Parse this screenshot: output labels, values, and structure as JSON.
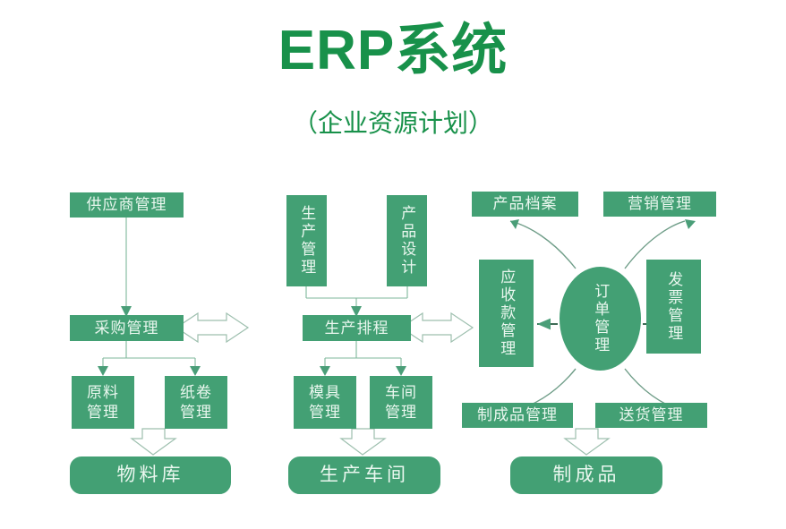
{
  "header": {
    "title": "ERP系统",
    "subtitle": "（企业资源计划）",
    "title_color": "#18914a"
  },
  "theme": {
    "node_fill": "#43a074",
    "node_text": "#eaf7ef",
    "connector": "#7fb79b",
    "arrow_fill": "#4a9e78",
    "background": "#ffffff"
  },
  "diagram": {
    "type": "flowchart",
    "columns": [
      {
        "name": "procurement",
        "nodes": [
          "供应商管理",
          "采购管理",
          "原料管理",
          "纸卷管理",
          "物料库"
        ]
      },
      {
        "name": "production",
        "nodes": [
          "生产管理",
          "产品设计",
          "生产排程",
          "模具管理",
          "车间管理",
          "生产车间"
        ]
      },
      {
        "name": "sales",
        "nodes": [
          "产品档案",
          "营销管理",
          "应收款管理",
          "订单管理",
          "发票管理",
          "制成品管理",
          "送货管理",
          "制成品"
        ]
      }
    ],
    "nodes": {
      "supplier_mgmt": "供应商管理",
      "purchase_mgmt": "采购管理",
      "raw_material_mgmt": "原料管理",
      "paper_roll_mgmt": "纸卷管理",
      "material_warehouse": "物料库",
      "production_mgmt": "生产管理",
      "product_design": "产品设计",
      "production_schedule": "生产排程",
      "mold_mgmt": "模具管理",
      "workshop_mgmt": "车间管理",
      "production_workshop": "生产车间",
      "product_archive": "产品档案",
      "marketing_mgmt": "营销管理",
      "receivable_mgmt": "应收款管理",
      "order_mgmt": "订单管理",
      "invoice_mgmt": "发票管理",
      "finished_goods_mgmt": "制成品管理",
      "delivery_mgmt": "送货管理",
      "finished_products": "制成品"
    },
    "connections": [
      {
        "from": "供应商管理",
        "to": "采购管理",
        "style": "arrow-down"
      },
      {
        "from": "采购管理",
        "to": "原料管理",
        "style": "arrow-down-split"
      },
      {
        "from": "采购管理",
        "to": "纸卷管理",
        "style": "arrow-down-split"
      },
      {
        "from": "原料管理+纸卷管理",
        "to": "物料库",
        "style": "hollow-arrow-down"
      },
      {
        "from": "生产管理",
        "to": "生产排程",
        "style": "arrow-down-merge"
      },
      {
        "from": "产品设计",
        "to": "生产排程",
        "style": "arrow-down-merge"
      },
      {
        "from": "生产排程",
        "to": "模具管理",
        "style": "arrow-down-split"
      },
      {
        "from": "生产排程",
        "to": "车间管理",
        "style": "arrow-down-split"
      },
      {
        "from": "模具管理+车间管理",
        "to": "生产车间",
        "style": "hollow-arrow-down"
      },
      {
        "from": "采购管理",
        "to": "生产排程",
        "style": "hollow-arrow-bidirectional"
      },
      {
        "from": "生产排程",
        "to": "应收款管理",
        "style": "hollow-arrow-bidirectional"
      },
      {
        "from": "订单管理",
        "to": "产品档案",
        "style": "curved-arrow"
      },
      {
        "from": "订单管理",
        "to": "营销管理",
        "style": "curved-arrow"
      },
      {
        "from": "订单管理",
        "to": "应收款管理",
        "style": "arrow-left"
      },
      {
        "from": "订单管理",
        "to": "发票管理",
        "style": "arrow-right"
      },
      {
        "from": "订单管理",
        "to": "制成品管理",
        "style": "curved-arrow"
      },
      {
        "from": "订单管理",
        "to": "送货管理",
        "style": "curved-arrow"
      },
      {
        "from": "制成品管理+送货管理",
        "to": "制成品",
        "style": "hollow-arrow-down"
      }
    ]
  }
}
